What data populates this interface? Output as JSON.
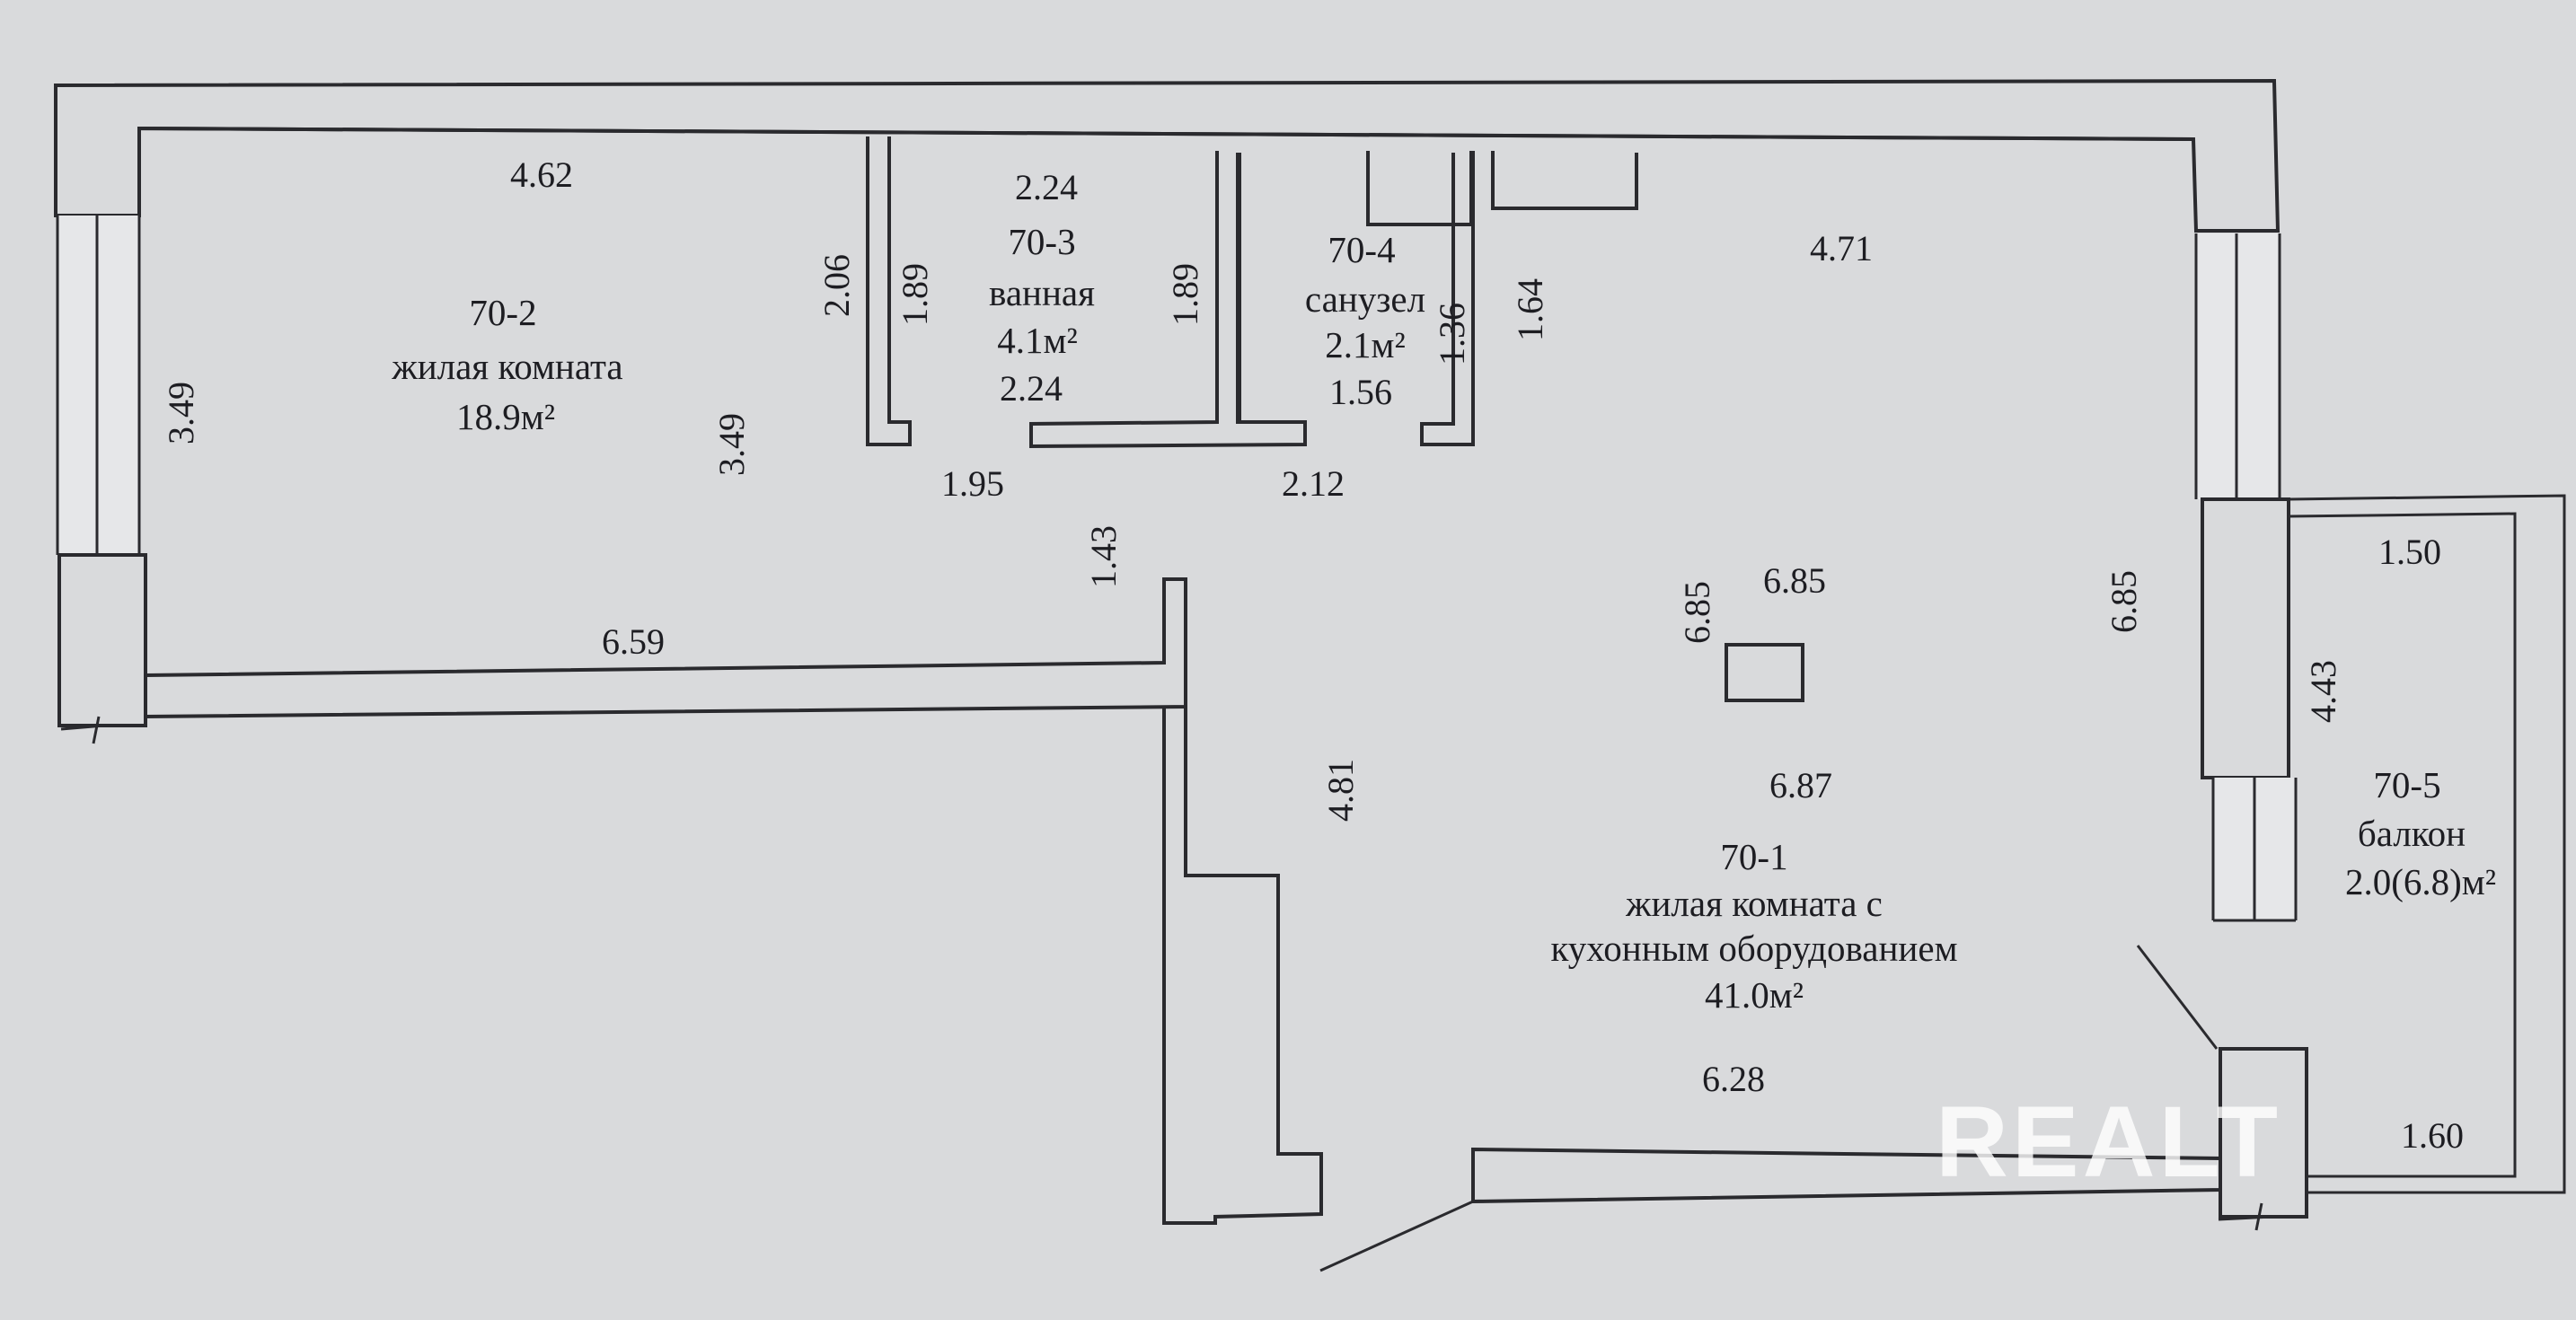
{
  "rooms": {
    "room_70_2": {
      "code": "70-2",
      "name": "жилая комната",
      "area": "18.9м²"
    },
    "room_70_3": {
      "code": "70-3",
      "name": "ванная",
      "area": "4.1м²"
    },
    "room_70_4": {
      "code": "70-4",
      "name": "санузел",
      "area": "2.1м²"
    },
    "room_70_1": {
      "code": "70-1",
      "name_line1": "жилая комната с",
      "name_line2": "кухонным оборудованием",
      "area": "41.0м²"
    },
    "room_70_5": {
      "code": "70-5",
      "name": "балкон",
      "area": "2.0(6.8)м²"
    }
  },
  "dimensions": {
    "d_4_62": "4.62",
    "d_3_49_left": "3.49",
    "d_3_49_inner": "3.49",
    "d_6_59": "6.59",
    "d_2_06": "2.06",
    "d_1_89_a": "1.89",
    "d_2_24_top": "2.24",
    "d_1_89_b": "1.89",
    "d_2_24_bottom": "2.24",
    "d_1_95": "1.95",
    "d_2_12": "2.12",
    "d_1_56": "1.56",
    "d_1_36": "1.36",
    "d_1_64": "1.64",
    "d_4_71": "4.71",
    "d_1_43": "1.43",
    "d_4_81": "4.81",
    "d_6_85_vert": "6.85",
    "d_6_85_horiz": "6.85",
    "d_6_85_right": "6.85",
    "d_6_87": "6.87",
    "d_6_28": "6.28",
    "d_1_50": "1.50",
    "d_4_43": "4.43",
    "d_1_60": "1.60"
  },
  "watermark": "REALT"
}
